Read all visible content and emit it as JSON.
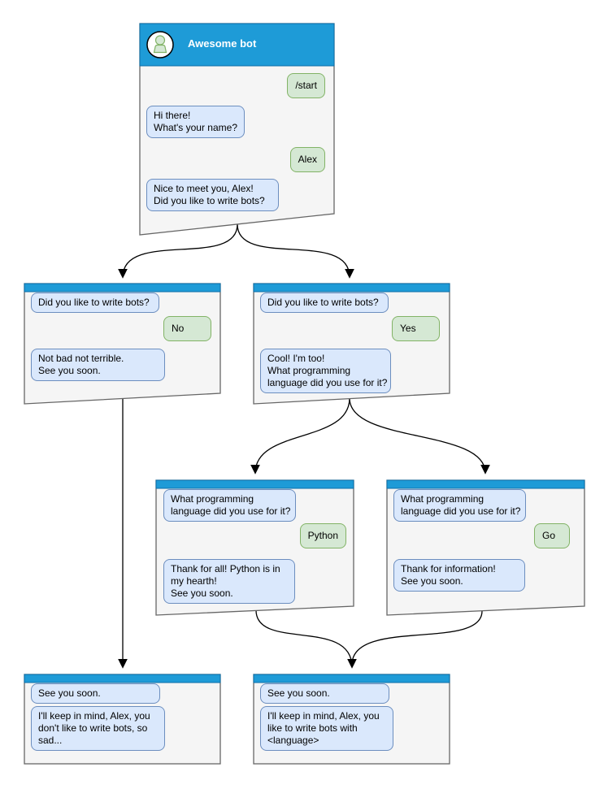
{
  "colors": {
    "header_blue": "#1e9bd7",
    "header_border": "#0c6ea8",
    "window_fill": "#f5f5f5",
    "window_border": "#666666",
    "bot_bubble_fill": "#dae8fc",
    "bot_bubble_border": "#6c8ebf",
    "user_bubble_fill": "#d5e8d4",
    "user_bubble_border": "#82b366",
    "edge_color": "#000000"
  },
  "windows": [
    {
      "id": "root",
      "title": "Awesome bot",
      "avatar": "person-icon",
      "messages": [
        {
          "sender": "user",
          "text": "/start"
        },
        {
          "sender": "bot",
          "text": "Hi there!\nWhat's your name?"
        },
        {
          "sender": "user",
          "text": "Alex"
        },
        {
          "sender": "bot",
          "text": "Nice to meet you, Alex!\nDid you like to write bots?"
        }
      ]
    },
    {
      "id": "branch-no",
      "messages": [
        {
          "sender": "bot",
          "text": "Did you like to write bots?"
        },
        {
          "sender": "user",
          "text": "No"
        },
        {
          "sender": "bot",
          "text": "Not bad not terrible.\nSee you soon."
        }
      ]
    },
    {
      "id": "branch-yes",
      "messages": [
        {
          "sender": "bot",
          "text": "Did you like to write bots?"
        },
        {
          "sender": "user",
          "text": "Yes"
        },
        {
          "sender": "bot",
          "text": "Cool! I'm too!\nWhat programming\nlanguage did you use for it?"
        }
      ]
    },
    {
      "id": "branch-python",
      "messages": [
        {
          "sender": "bot",
          "text": "What programming\nlanguage did you use for it?"
        },
        {
          "sender": "user",
          "text": "Python"
        },
        {
          "sender": "bot",
          "text": "Thank for all! Python is in\nmy hearth!\nSee you soon."
        }
      ]
    },
    {
      "id": "branch-go",
      "messages": [
        {
          "sender": "bot",
          "text": "What programming\nlanguage did you use for it?"
        },
        {
          "sender": "user",
          "text": "Go"
        },
        {
          "sender": "bot",
          "text": "Thank for information!\nSee you soon."
        }
      ]
    },
    {
      "id": "end-no",
      "messages": [
        {
          "sender": "bot",
          "text": "See you soon."
        },
        {
          "sender": "bot",
          "text": "I'll keep in mind, Alex, you\ndon't like to write bots, so\nsad..."
        }
      ]
    },
    {
      "id": "end-yes",
      "messages": [
        {
          "sender": "bot",
          "text": "See you soon."
        },
        {
          "sender": "bot",
          "text": "I'll keep in mind, Alex, you\nlike to write bots with\n<language>"
        }
      ]
    }
  ]
}
